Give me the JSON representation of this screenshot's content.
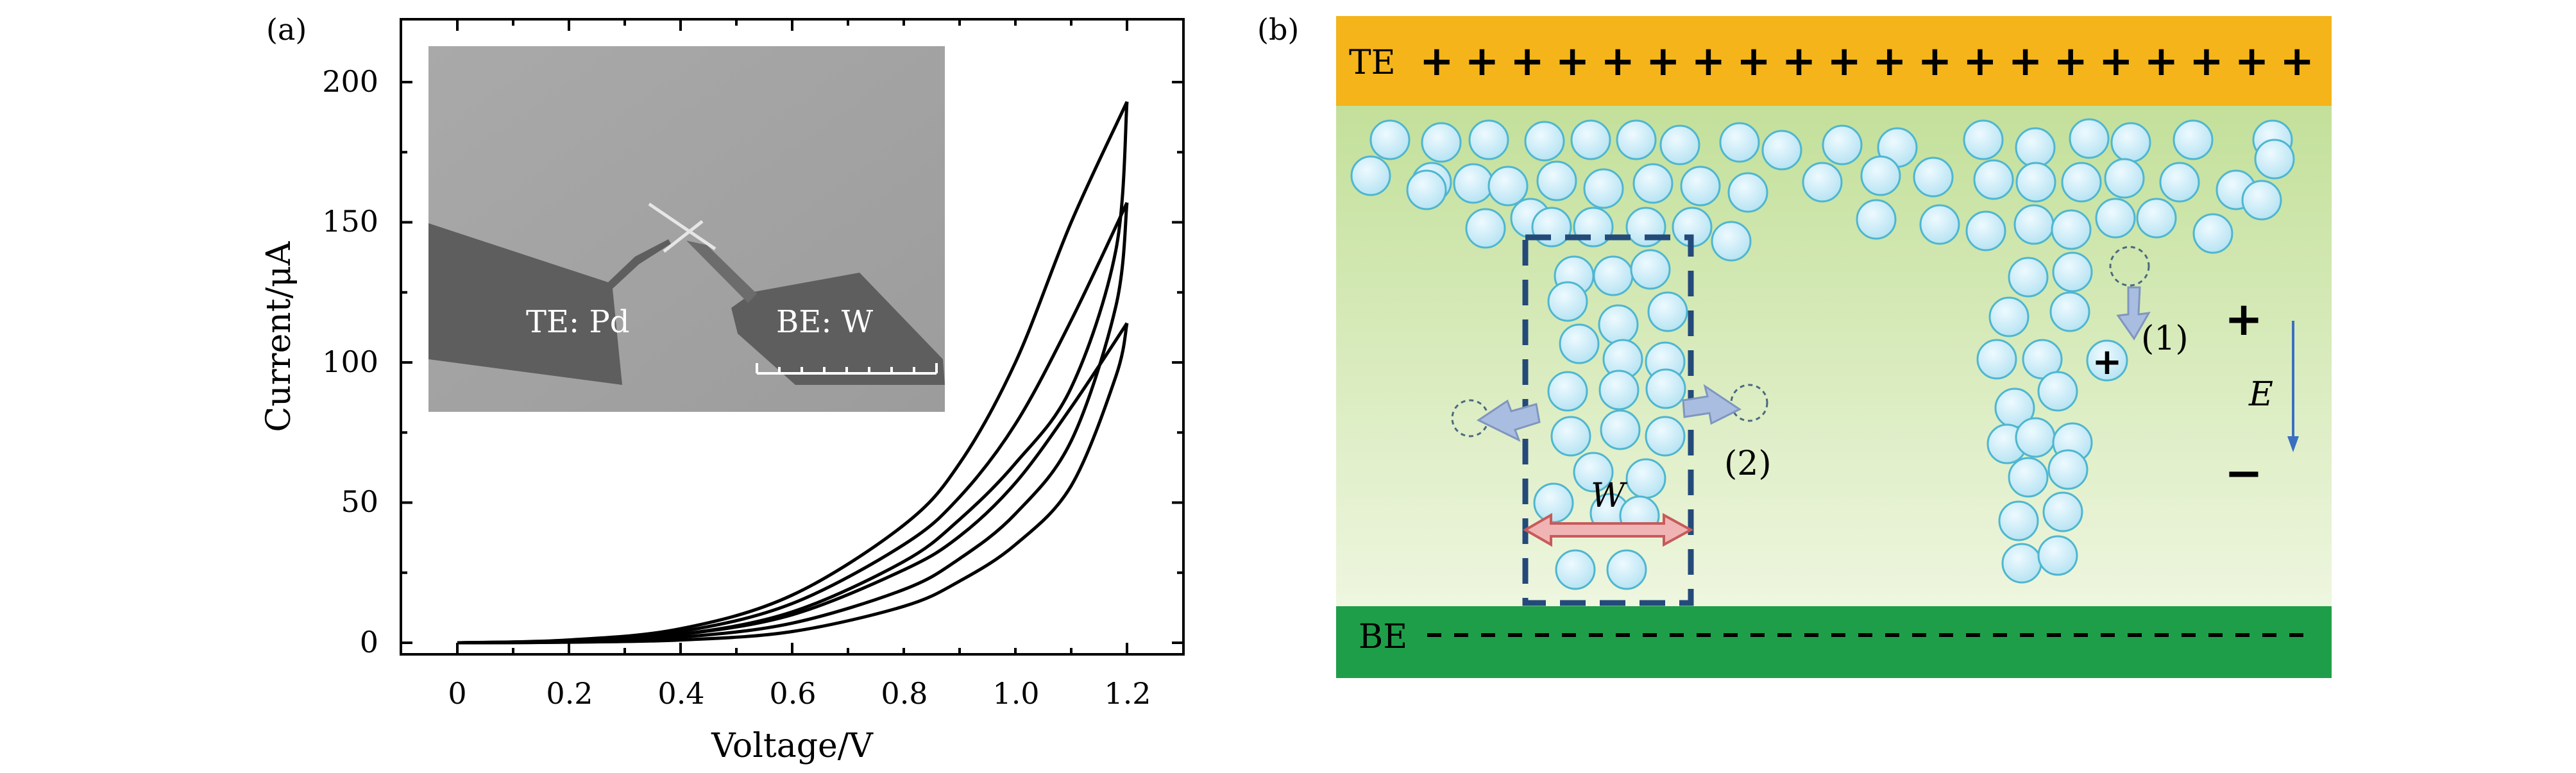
{
  "panel_a": {
    "label": "(a)",
    "inset": {
      "te_label": "TE: Pd",
      "be_label": "BE: W"
    },
    "chart_data": {
      "type": "line",
      "title": "",
      "xlabel": "Voltage/V",
      "ylabel": "Current/μA",
      "xlim": [
        -0.1,
        1.3
      ],
      "ylim": [
        -5,
        220
      ],
      "xticks": [
        0,
        0.2,
        0.4,
        0.6,
        0.8,
        1.0,
        1.2
      ],
      "xtick_labels": [
        "0",
        "0.2",
        "0.4",
        "0.6",
        "0.8",
        "1.0",
        "1.2"
      ],
      "yticks": [
        0,
        50,
        100,
        150,
        200
      ],
      "ytick_labels": [
        "0",
        "50",
        "100",
        "150",
        "200"
      ],
      "grid": false,
      "series": [
        {
          "loop": "up",
          "branch": "sweep",
          "x": [
            0,
            0.2,
            0.4,
            0.6,
            0.8,
            0.9,
            1.0,
            1.1,
            1.2
          ],
          "y": [
            0,
            1,
            5,
            17,
            42,
            64,
            100,
            150,
            193
          ]
        },
        {
          "loop": "up",
          "branch": "return",
          "x": [
            1.2,
            1.18,
            1.1,
            1.0,
            0.9,
            0.8,
            0.6,
            0.4,
            0.2,
            0
          ],
          "y": [
            193,
            140,
            91,
            64,
            44,
            29,
            11,
            3,
            0.5,
            0
          ]
        },
        {
          "loop": "mid",
          "branch": "sweep",
          "x": [
            0,
            0.2,
            0.4,
            0.6,
            0.8,
            0.9,
            1.0,
            1.1,
            1.2
          ],
          "y": [
            0,
            0.8,
            4,
            14,
            35,
            52,
            78,
            115,
            157
          ]
        },
        {
          "loop": "mid",
          "branch": "return",
          "x": [
            1.2,
            1.18,
            1.1,
            1.0,
            0.9,
            0.8,
            0.6,
            0.4,
            0.2,
            0
          ],
          "y": [
            157,
            120,
            72,
            46,
            30,
            19,
            7,
            2,
            0.3,
            0
          ]
        },
        {
          "loop": "low",
          "branch": "sweep",
          "x": [
            0,
            0.2,
            0.4,
            0.6,
            0.8,
            0.9,
            1.0,
            1.1,
            1.2
          ],
          "y": [
            0,
            0.6,
            3,
            10,
            26,
            38,
            57,
            84,
            114
          ]
        },
        {
          "loop": "low",
          "branch": "return",
          "x": [
            1.2,
            1.18,
            1.1,
            1.0,
            0.9,
            0.8,
            0.6,
            0.4,
            0.2,
            0
          ],
          "y": [
            114,
            95,
            56,
            35,
            22,
            13,
            4,
            1,
            0.2,
            0
          ]
        }
      ]
    }
  },
  "panel_b": {
    "label": "(b)",
    "te_label": "TE",
    "te_signs": "+ + + + + + + + + + + + + + + + + + + +",
    "be_label": "BE",
    "field_label": "E",
    "plus_sign": "+",
    "minus_sign": "−",
    "ion_sign": "+",
    "annotation_1": "(1)",
    "annotation_2": "(2)",
    "width_label": "W",
    "colors": {
      "te": "#f4b41a",
      "be": "#1f9e49",
      "bg_top": "#c3e09a",
      "bg_bottom": "#eef6df",
      "sphere": "#c8ecf7",
      "sphere_edge": "#4fb6cf",
      "dashed_box": "#244a7a",
      "arrow": "#a9bde0",
      "width_arrow": "#f0b4b4"
    }
  }
}
